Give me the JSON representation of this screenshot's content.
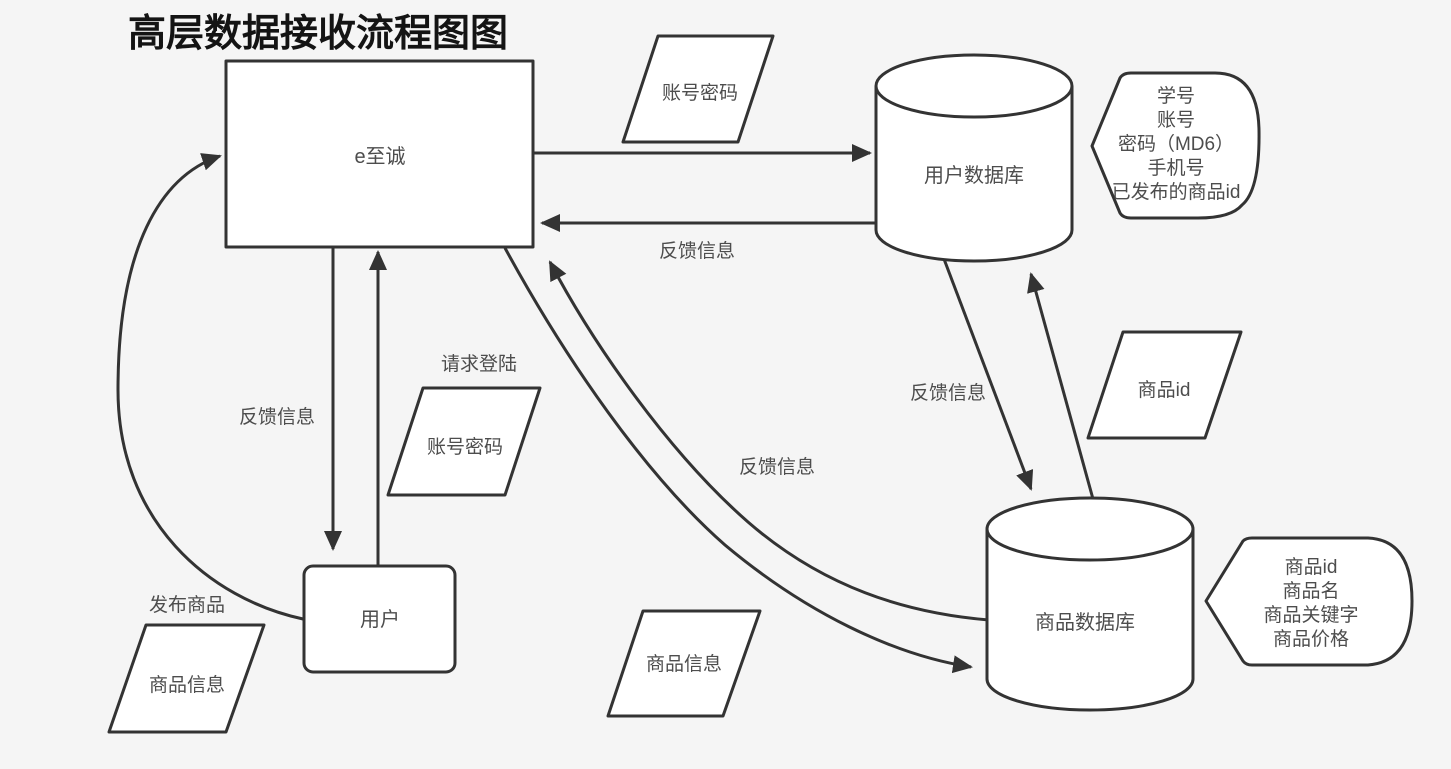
{
  "title": "高层数据接收流程图图",
  "nodes": {
    "system": {
      "label": "e至诚"
    },
    "user": {
      "label": "用户"
    },
    "user_db": {
      "label": "用户数据库"
    },
    "product_db": {
      "label": "商品数据库"
    }
  },
  "data_items": {
    "account_password_top": {
      "label": "账号密码"
    },
    "account_password_mid": {
      "label": "账号密码"
    },
    "product_info_left": {
      "label": "商品信息"
    },
    "product_info_mid": {
      "label": "商品信息"
    },
    "product_id": {
      "label": "商品id"
    }
  },
  "edge_labels": {
    "feedback_userdb_to_system": "反馈信息",
    "feedback_system_to_user": "反馈信息",
    "feedback_productdb_to_system": "反馈信息",
    "feedback_between_dbs": "反馈信息",
    "request_login": "请求登陆",
    "publish_product": "发布商品"
  },
  "callouts": {
    "user_db_fields": {
      "lines": [
        "学号",
        "账号",
        "密码（MD6）",
        "手机号",
        "已发布的商品id"
      ]
    },
    "product_db_fields": {
      "lines": [
        "商品id",
        "商品名",
        "商品关键字",
        "商品价格"
      ]
    }
  },
  "colors": {
    "background": "#f5f5f5",
    "stroke": "#333333",
    "shape_fill": "#ffffff",
    "label_text": "#4d4d4d",
    "title_text": "#141414"
  }
}
